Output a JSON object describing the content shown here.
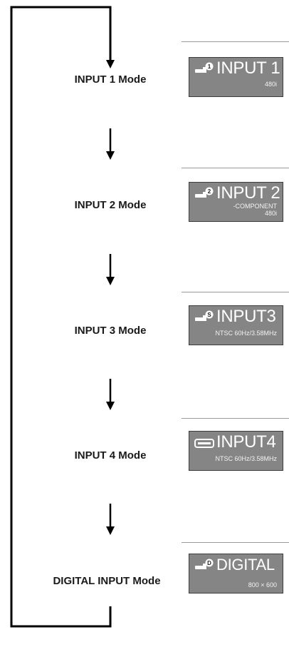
{
  "modes": [
    {
      "label": "INPUT 1 Mode",
      "screen": {
        "title": "INPUT 1",
        "badge": "1",
        "lines": [
          "480i"
        ]
      }
    },
    {
      "label": "INPUT 2 Mode",
      "screen": {
        "title": "INPUT 2",
        "badge": "2",
        "lines": [
          "-COMPONENT",
          "480i"
        ]
      }
    },
    {
      "label": "INPUT 3 Mode",
      "screen": {
        "title": "INPUT3",
        "badge": "S",
        "lines": [
          "NTSC 60Hz/3.58MHz"
        ]
      }
    },
    {
      "label": "INPUT 4 Mode",
      "screen": {
        "title": "INPUT4",
        "badge": "",
        "lines": [
          "NTSC 60Hz/3.58MHz"
        ]
      }
    },
    {
      "label": "DIGITAL INPUT Mode",
      "screen": {
        "title": "DIGITAL",
        "badge": "D",
        "lines": [
          "800 × 600"
        ]
      }
    }
  ],
  "colors": {
    "screen_bg": "#858585",
    "screen_text": "#ffffff",
    "line": "#000000"
  }
}
